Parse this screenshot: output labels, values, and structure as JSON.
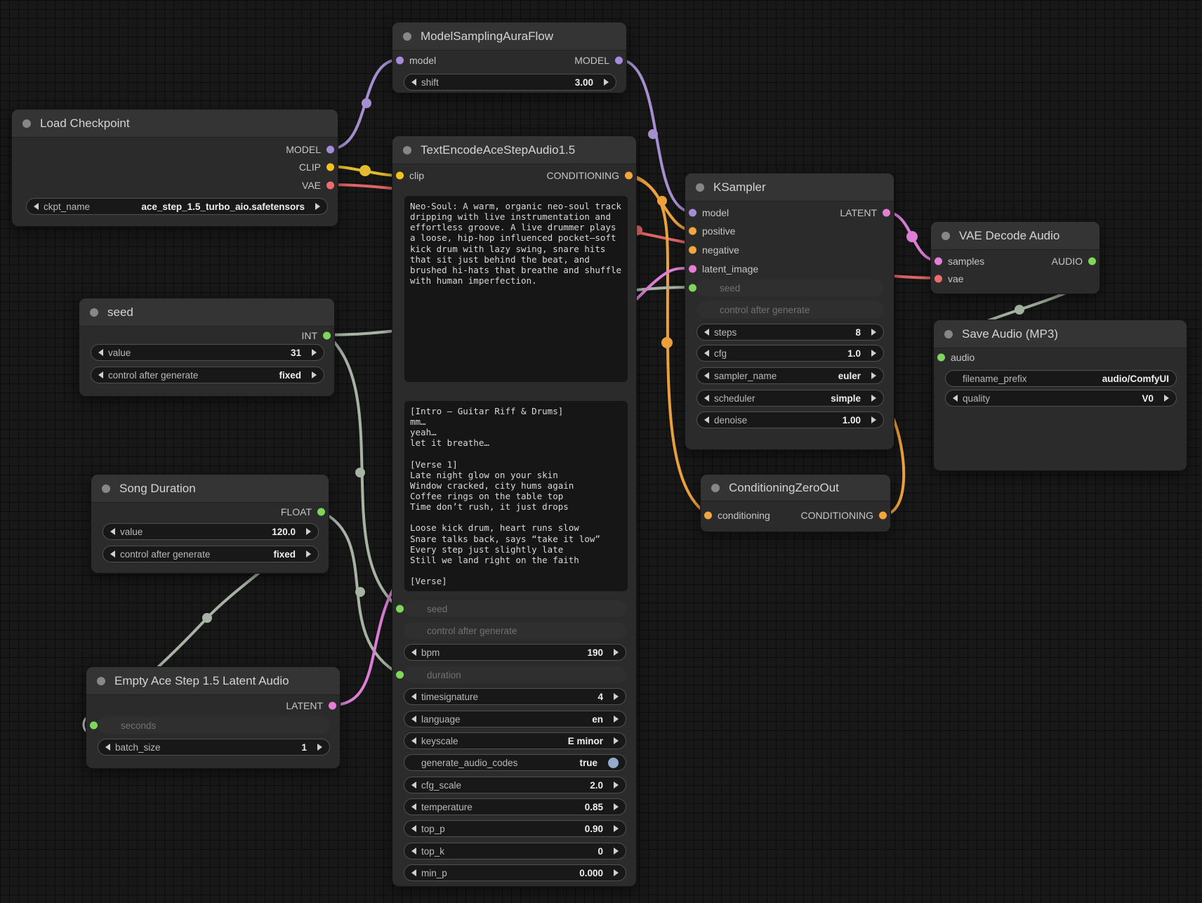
{
  "colors": {
    "model_slot": "#a78bdb",
    "clip_slot": "#f2c21d",
    "vae_slot": "#ed6d6d",
    "conditioning_slot": "#f5a53d",
    "latent_slot": "#e57fd6",
    "number_slot": "#7fd65a",
    "number_wire": "#a7b4a4",
    "node_bg": "#2b2b2b",
    "canvas_bg": "#181818"
  },
  "nodes": {
    "load_checkpoint": {
      "title": "Load Checkpoint",
      "outputs": {
        "model": "MODEL",
        "clip": "CLIP",
        "vae": "VAE"
      },
      "widgets": {
        "ckpt_name": {
          "label": "ckpt_name",
          "value": "ace_step_1.5_turbo_aio.safetensors"
        }
      }
    },
    "model_sampling": {
      "title": "ModelSamplingAuraFlow",
      "inputs": {
        "model": "model"
      },
      "outputs": {
        "model": "MODEL"
      },
      "widgets": {
        "shift": {
          "label": "shift",
          "value": "3.00"
        }
      }
    },
    "text_encode": {
      "title": "TextEncodeAceStepAudio1.5",
      "inputs": {
        "clip": "clip"
      },
      "outputs": {
        "conditioning": "CONDITIONING"
      },
      "prompt": "Neo-Soul: A warm, organic neo-soul track dripping with live instrumentation and effortless groove. A live drummer plays a loose, hip-hop influenced pocket—soft kick drum with lazy swing, snare hits that sit just behind the beat, and brushed hi-hats that breathe and shuffle with human imperfection.",
      "lyrics": "[Intro — Guitar Riff & Drums]\nmm…\nyeah…\nlet it breathe…\n\n[Verse 1]\nLate night glow on your skin\nWindow cracked, city hums again\nCoffee rings on the table top\nTime don’t rush, it just drops\n\nLoose kick drum, heart runs slow\nSnare talks back, says “take it low”\nEvery step just slightly late\nStill we land right on the faith\n\n[Verse]",
      "widgets": {
        "seed": {
          "label": "seed"
        },
        "control_after_generate": {
          "label": "control after generate"
        },
        "bpm": {
          "label": "bpm",
          "value": "190"
        },
        "duration": {
          "label": "duration"
        },
        "timesignature": {
          "label": "timesignature",
          "value": "4"
        },
        "language": {
          "label": "language",
          "value": "en"
        },
        "keyscale": {
          "label": "keyscale",
          "value": "E minor"
        },
        "generate_audio_codes": {
          "label": "generate_audio_codes",
          "value": "true"
        },
        "cfg_scale": {
          "label": "cfg_scale",
          "value": "2.0"
        },
        "temperature": {
          "label": "temperature",
          "value": "0.85"
        },
        "top_p": {
          "label": "top_p",
          "value": "0.90"
        },
        "top_k": {
          "label": "top_k",
          "value": "0"
        },
        "min_p": {
          "label": "min_p",
          "value": "0.000"
        }
      }
    },
    "seed": {
      "title": "seed",
      "outputs": {
        "int": "INT"
      },
      "widgets": {
        "value": {
          "label": "value",
          "value": "31"
        },
        "control_after_generate": {
          "label": "control after generate",
          "value": "fixed"
        }
      }
    },
    "song_duration": {
      "title": "Song Duration",
      "outputs": {
        "float": "FLOAT"
      },
      "widgets": {
        "value": {
          "label": "value",
          "value": "120.0"
        },
        "control_after_generate": {
          "label": "control after generate",
          "value": "fixed"
        }
      }
    },
    "empty_latent": {
      "title": "Empty Ace Step 1.5 Latent Audio",
      "outputs": {
        "latent": "LATENT"
      },
      "widgets": {
        "seconds": {
          "label": "seconds"
        },
        "batch_size": {
          "label": "batch_size",
          "value": "1"
        }
      }
    },
    "ksampler": {
      "title": "KSampler",
      "inputs": {
        "model": "model",
        "positive": "positive",
        "negative": "negative",
        "latent_image": "latent_image"
      },
      "outputs": {
        "latent": "LATENT"
      },
      "widgets": {
        "seed": {
          "label": "seed"
        },
        "control_after_generate": {
          "label": "control after generate"
        },
        "steps": {
          "label": "steps",
          "value": "8"
        },
        "cfg": {
          "label": "cfg",
          "value": "1.0"
        },
        "sampler_name": {
          "label": "sampler_name",
          "value": "euler"
        },
        "scheduler": {
          "label": "scheduler",
          "value": "simple"
        },
        "denoise": {
          "label": "denoise",
          "value": "1.00"
        }
      }
    },
    "vae_decode": {
      "title": "VAE Decode Audio",
      "inputs": {
        "samples": "samples",
        "vae": "vae"
      },
      "outputs": {
        "audio": "AUDIO"
      }
    },
    "save_audio": {
      "title": "Save Audio (MP3)",
      "inputs": {
        "audio": "audio"
      },
      "widgets": {
        "filename_prefix": {
          "label": "filename_prefix",
          "value": "audio/ComfyUI"
        },
        "quality": {
          "label": "quality",
          "value": "V0"
        }
      }
    },
    "conditioning_zero_out": {
      "title": "ConditioningZeroOut",
      "inputs": {
        "conditioning": "conditioning"
      },
      "outputs": {
        "conditioning": "CONDITIONING"
      }
    }
  }
}
